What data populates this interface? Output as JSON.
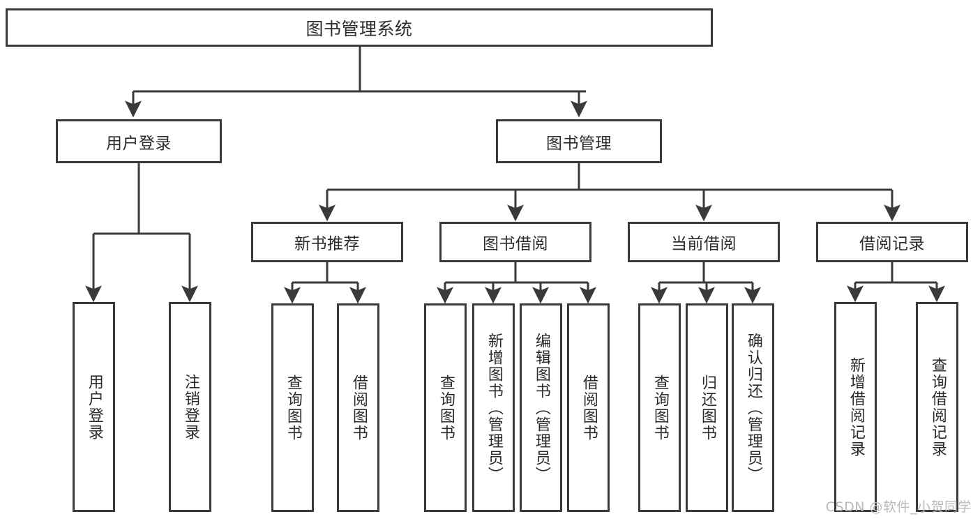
{
  "diagram": {
    "type": "tree-hierarchy-chart",
    "title": "图书管理系统",
    "stroke_color": "#3a3a3a",
    "text_color": "#2b2b2b",
    "background_color": "#ffffff",
    "root": {
      "label": "图书管理系统"
    },
    "level2": [
      {
        "label": "用户登录"
      },
      {
        "label": "图书管理"
      }
    ],
    "level3": [
      {
        "label": "新书推荐"
      },
      {
        "label": "图书借阅"
      },
      {
        "label": "当前借阅"
      },
      {
        "label": "借阅记录"
      }
    ],
    "leaves": {
      "user_login": [
        {
          "label": "用户登录"
        },
        {
          "label": "注销登录"
        }
      ],
      "new_book_recommend": [
        {
          "label": "查询图书"
        },
        {
          "label": "借阅图书"
        }
      ],
      "book_borrow": [
        {
          "label": "查询图书"
        },
        {
          "label": "新增图书（管理员）"
        },
        {
          "label": "编辑图书（管理员）"
        },
        {
          "label": "借阅图书"
        }
      ],
      "current_borrow": [
        {
          "label": "查询图书"
        },
        {
          "label": "归还图书"
        },
        {
          "label": "确认归还（管理员）"
        }
      ],
      "borrow_record": [
        {
          "label": "新增借阅记录"
        },
        {
          "label": "查询借阅记录"
        }
      ]
    },
    "watermark": "CSDN @软件_小贺同学"
  }
}
